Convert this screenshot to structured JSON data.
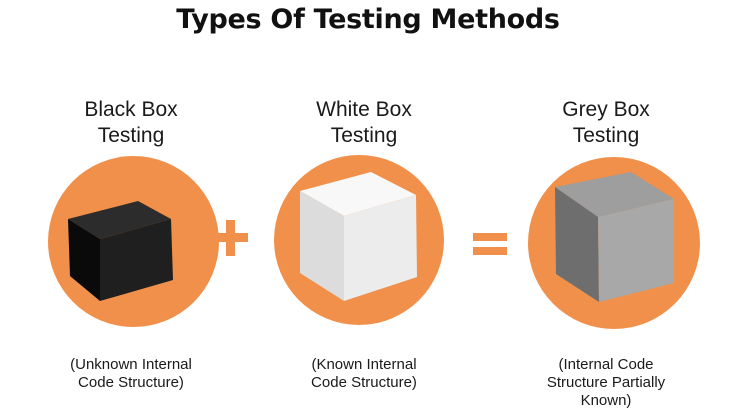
{
  "title": "Types Of Testing Methods",
  "columns": [
    {
      "title_lines": [
        "Black Box",
        "Testing"
      ],
      "description_lines": [
        "(Unknown Internal",
        "Code Structure)"
      ]
    },
    {
      "title_lines": [
        "White Box",
        "Testing"
      ],
      "description_lines": [
        "(Known Internal",
        "Code Structure)"
      ]
    },
    {
      "title_lines": [
        "Grey Box",
        "Testing"
      ],
      "description_lines": [
        "(Internal Code",
        "Structure Partially",
        "Known)"
      ]
    }
  ],
  "operators": {
    "plus": "+",
    "equals": "="
  },
  "colors": {
    "accent": "#f0904a",
    "black_cube": "#1f1f1f",
    "white_cube": "#f2f2f2",
    "grey_cube": "#8c8c8c"
  }
}
